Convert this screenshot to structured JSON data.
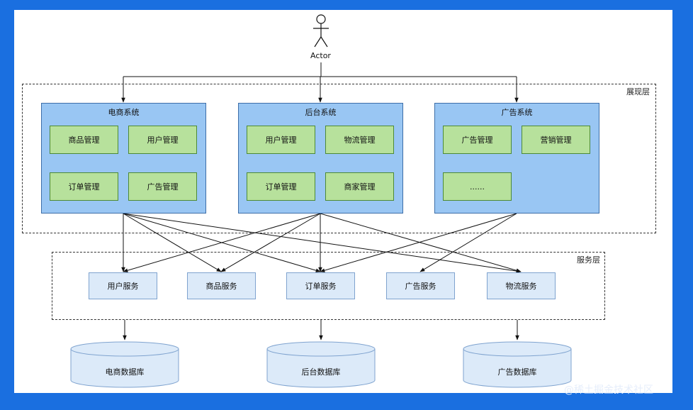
{
  "actor": {
    "label": "Actor"
  },
  "layers": {
    "presentation": {
      "label": "展现层"
    },
    "service": {
      "label": "服务层"
    }
  },
  "systems": [
    {
      "title": "电商系统",
      "modules": [
        "商品管理",
        "用户管理",
        "订单管理",
        "广告管理"
      ]
    },
    {
      "title": "后台系统",
      "modules": [
        "用户管理",
        "物流管理",
        "订单管理",
        "商家管理"
      ]
    },
    {
      "title": "广告系统",
      "modules": [
        "广告管理",
        "营销管理",
        "......"
      ]
    }
  ],
  "services": [
    "用户服务",
    "商品服务",
    "订单服务",
    "广告服务",
    "物流服务"
  ],
  "databases": [
    "电商数据库",
    "后台数据库",
    "广告数据库"
  ],
  "links": {
    "system_to_service": [
      [
        0,
        0
      ],
      [
        0,
        1
      ],
      [
        0,
        2
      ],
      [
        0,
        4
      ],
      [
        1,
        0
      ],
      [
        1,
        1
      ],
      [
        1,
        2
      ],
      [
        1,
        4
      ],
      [
        2,
        2
      ],
      [
        2,
        3
      ]
    ]
  },
  "watermark": "@稀土掘金技术社区",
  "colors": {
    "background": "#1a6fe0",
    "system_fill": "#99c6f3",
    "module_fill": "#b7e19c",
    "service_fill": "#dceaf9",
    "db_fill": "#dceaf9"
  }
}
